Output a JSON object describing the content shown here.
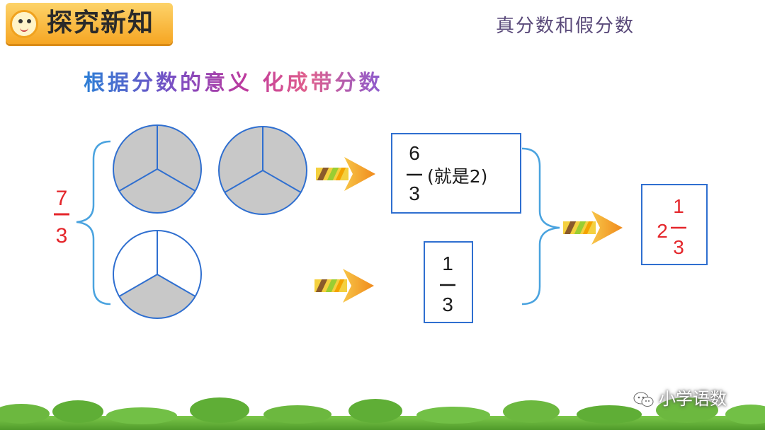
{
  "header": {
    "title": "探究新知",
    "topic": "真分数和假分数"
  },
  "instruction": "根据分数的意义  化成带分数",
  "left_fraction": {
    "numerator": "7",
    "denominator": "3"
  },
  "top_box": {
    "numerator": "6",
    "denominator": "3",
    "note": "(就是2)"
  },
  "bottom_box": {
    "numerator": "1",
    "denominator": "3"
  },
  "result": {
    "whole": "2",
    "numerator": "1",
    "denominator": "3"
  },
  "circles": [
    {
      "shaded_parts": 3,
      "total_parts": 3
    },
    {
      "shaded_parts": 3,
      "total_parts": 3
    },
    {
      "shaded_parts": 1,
      "total_parts": 3
    }
  ],
  "watermark": "小学语数",
  "colors": {
    "accent_red": "#e4262b",
    "circle_stroke": "#2f6fd0",
    "shade": "#c8c8c8",
    "box_stroke": "#2f6fd0",
    "text_dark": "#1a1a1a"
  }
}
